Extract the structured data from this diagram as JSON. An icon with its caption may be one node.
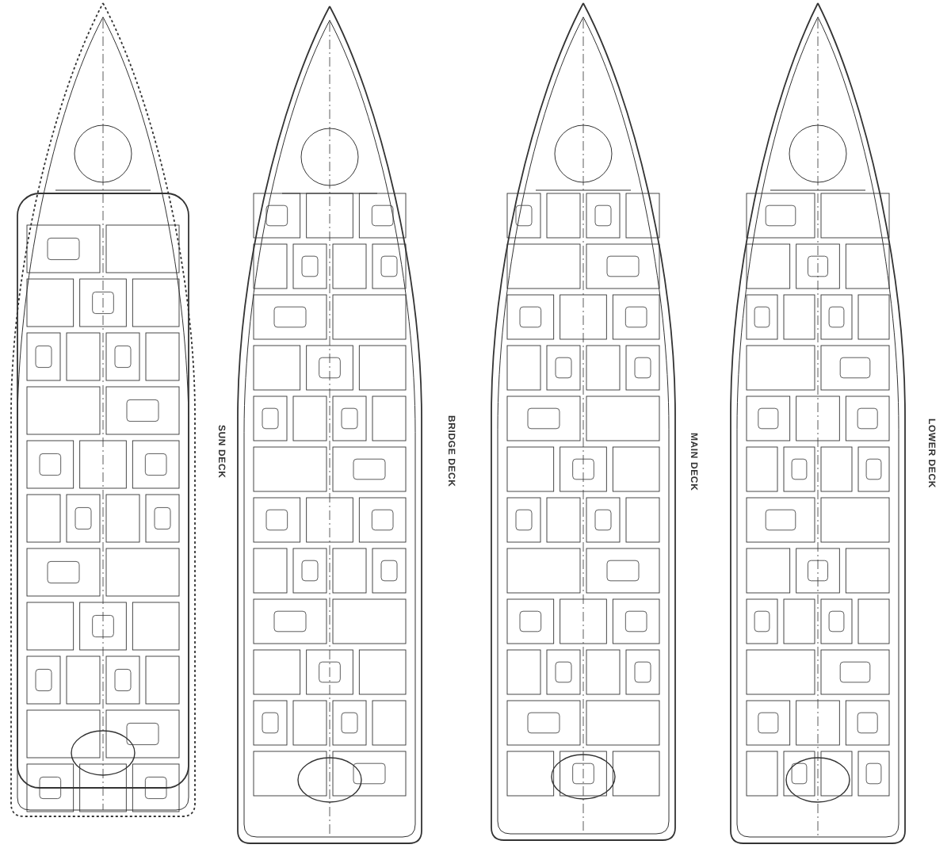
{
  "diagram": {
    "labels": [
      "SUN DECK",
      "BRIDGE DECK",
      "MAIN DECK",
      "LOWER DECK"
    ]
  }
}
